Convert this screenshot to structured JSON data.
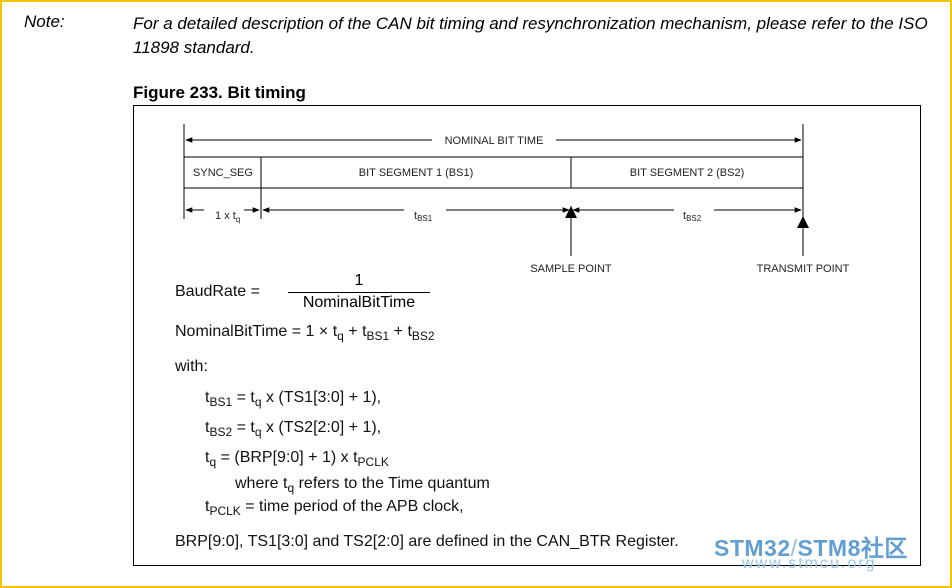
{
  "note": {
    "label": "Note:",
    "text": "For a detailed description of the CAN bit timing and resynchronization mechanism, please refer to the ISO 11898 standard."
  },
  "figure": {
    "title": "Figure 233. Bit timing",
    "diagram": {
      "nominal_bit_time": "NOMINAL BIT TIME",
      "sync_seg": "SYNC_SEG",
      "bs1": "BIT SEGMENT 1 (BS1)",
      "bs2": "BIT SEGMENT 2 (BS2)",
      "one_tq": "1 x t",
      "one_tq_sub": "q",
      "t": "t",
      "tbs1_sub": "BS1",
      "tbs2_sub": "BS2",
      "sample_point": "SAMPLE POINT",
      "transmit_point": "TRANSMIT POINT"
    },
    "formulas": {
      "baud_lhs": "BaudRate =",
      "baud_num": "1",
      "baud_den": "NominalBitTime",
      "nominal_lhs": "NominalBitTime = 1 × t",
      "nominal_q": "q",
      "nominal_plus1": " + t",
      "nominal_bs1": "BS1",
      "nominal_plus2": " + t",
      "nominal_bs2": "BS2",
      "with": "with:",
      "f1_t": "t",
      "f1_sub": "BS1",
      "f1_mid": " = t",
      "f1_q": "q",
      "f1_rest": " x (TS1[3:0] + 1),",
      "f2_t": "t",
      "f2_sub": "BS2",
      "f2_mid": " = t",
      "f2_q": "q",
      "f2_rest": " x (TS2[2:0] + 1),",
      "f3_t": "t",
      "f3_q": "q",
      "f3_mid": " = (BRP[9:0] + 1) x t",
      "f3_pclk": "PCLK",
      "f4_pre": "where t",
      "f4_q": "q",
      "f4_post": " refers to the Time quantum",
      "f5_t": "t",
      "f5_sub": "PCLK",
      "f5_rest": " = time period of the APB clock,",
      "footer": "BRP[9:0], TS1[3:0] and TS2[2:0] are defined in the CAN_BTR Register."
    }
  },
  "watermark": {
    "brand_a": "STM32",
    "sep": "/",
    "brand_b": "STM8",
    "cn": "社区",
    "url": "www.stmcu.org"
  }
}
